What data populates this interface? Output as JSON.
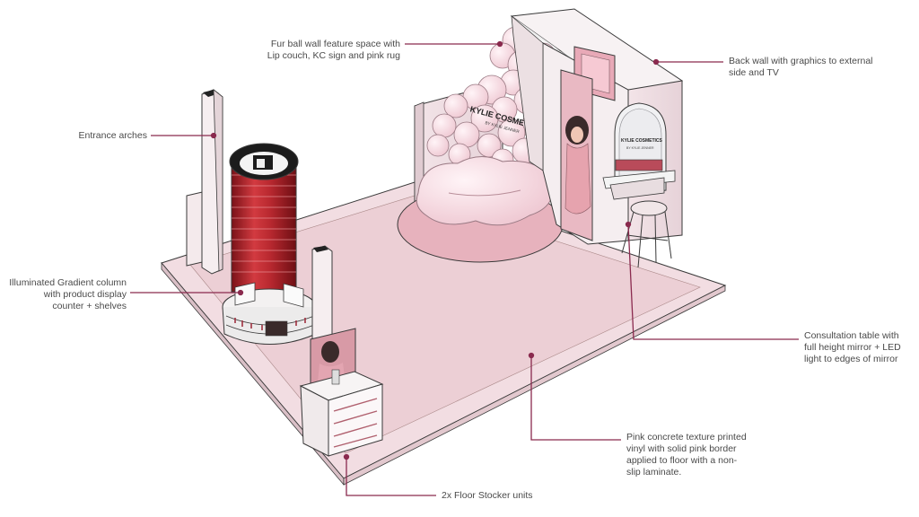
{
  "labels": {
    "fur_ball_wall": "Fur ball wall feature space with\nLip couch, KC sign and pink rug",
    "back_wall": "Back wall with graphics to external\nside and TV",
    "entrance_arches": "Entrance arches",
    "gradient_column": "Illuminated Gradient column\nwith product display\ncounter + shelves",
    "consultation_table": "Consultation table with\nfull height mirror + LED\nlight to edges of mirror",
    "floor": "Pink concrete texture printed\nvinyl with solid pink border\napplied to floor with a non-\nslip laminate.",
    "floor_stocker": "2x Floor Stocker units"
  },
  "signage": {
    "fur_wall_sign": "KYLIE COSMETICS",
    "fur_wall_sub": "BY KYLIE JENNER",
    "back_wall_sign": "KYLIE COSMETICS",
    "back_wall_sub": "BY KYLIE JENNER"
  },
  "colors": {
    "leader_line": "#8a2a4e",
    "floor_border": "#f2dde2",
    "floor_vinyl": "#eccfd5",
    "rug": "#e7b2bd",
    "fur": "#f7dfe6",
    "column_red": "#b8282f",
    "outline": "#3a3a3a"
  }
}
